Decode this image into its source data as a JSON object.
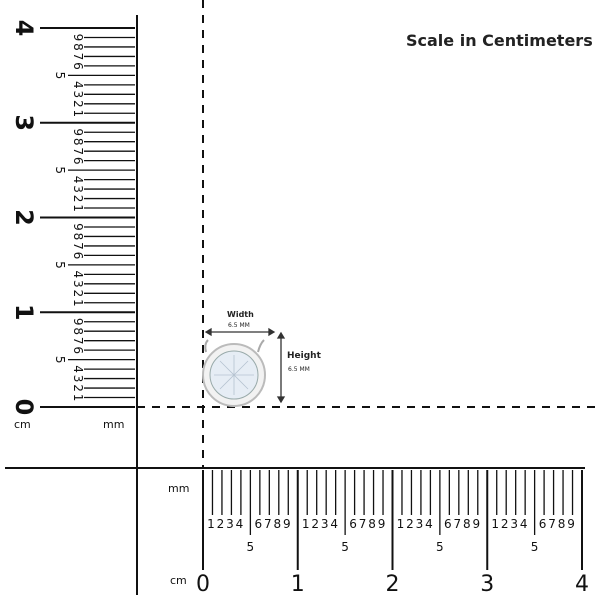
{
  "title": "Scale in Centimeters",
  "units": {
    "cm": "cm",
    "mm": "mm"
  },
  "cm_labels": [
    "0",
    "1",
    "2",
    "3",
    "4"
  ],
  "mm_labels": [
    "1",
    "2",
    "3",
    "4",
    "5",
    "6",
    "7",
    "8",
    "9"
  ],
  "product": {
    "width_label": "Width",
    "width_value": "6.5 MM",
    "height_label": "Height",
    "height_value": "6.5 MM"
  },
  "colors": {
    "ink": "#111111",
    "bezel": "#c8c8c8",
    "stone": "#e8eef6"
  }
}
